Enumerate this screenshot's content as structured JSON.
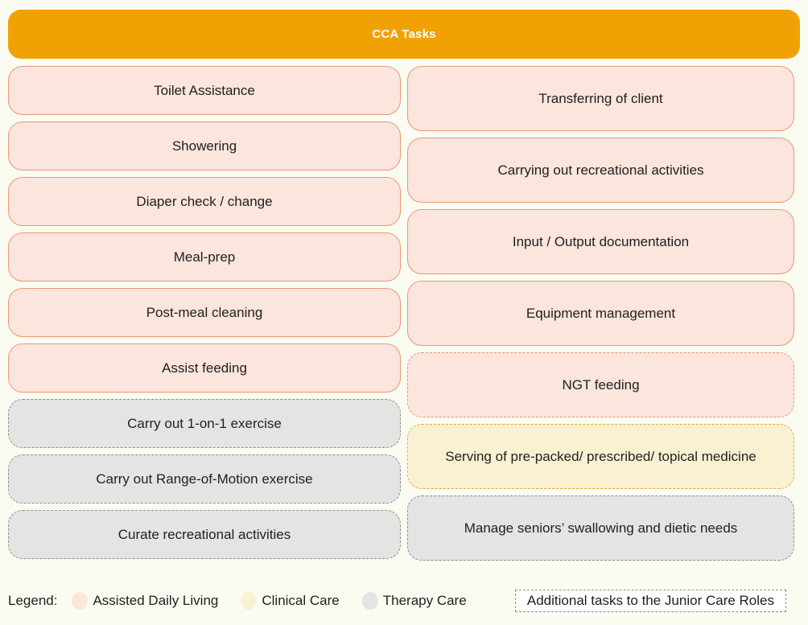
{
  "header": {
    "title": "CCA Tasks",
    "background": "#F2A104"
  },
  "categories": {
    "adl": {
      "label": "Assisted Daily Living",
      "fill": "#FBE5DC",
      "border": "#EB9873"
    },
    "clinical": {
      "label": "Clinical Care",
      "fill": "#FAF1D3",
      "border": "#E8AB2E"
    },
    "therapy": {
      "label": "Therapy Care",
      "fill": "#E4E4E3",
      "border": "#909090"
    }
  },
  "tasks": {
    "left": [
      {
        "label": "Toilet Assistance",
        "category": "adl",
        "junior_role_additional": false
      },
      {
        "label": "Showering",
        "category": "adl",
        "junior_role_additional": false
      },
      {
        "label": "Diaper check / change",
        "category": "adl",
        "junior_role_additional": false
      },
      {
        "label": "Meal-prep",
        "category": "adl",
        "junior_role_additional": false
      },
      {
        "label": "Post-meal cleaning",
        "category": "adl",
        "junior_role_additional": false
      },
      {
        "label": "Assist feeding",
        "category": "adl",
        "junior_role_additional": false
      },
      {
        "label": "Carry out 1-on-1 exercise",
        "category": "therapy",
        "junior_role_additional": true
      },
      {
        "label": "Carry out Range-of-Motion exercise",
        "category": "therapy",
        "junior_role_additional": true
      },
      {
        "label": "Curate recreational activities",
        "category": "therapy",
        "junior_role_additional": true
      }
    ],
    "right": [
      {
        "label": "Transferring of client",
        "category": "adl",
        "junior_role_additional": false
      },
      {
        "label": "Carrying out recreational activities",
        "category": "adl",
        "junior_role_additional": false
      },
      {
        "label": "Input / Output documentation",
        "category": "adl",
        "junior_role_additional": false
      },
      {
        "label": "Equipment management",
        "category": "adl",
        "junior_role_additional": false
      },
      {
        "label": "NGT feeding",
        "category": "adl",
        "junior_role_additional": true
      },
      {
        "label": "Serving of pre-packed/ prescribed/ topical medicine",
        "category": "clinical",
        "junior_role_additional": true
      },
      {
        "label": "Manage seniors’ swallowing and dietic needs",
        "category": "therapy",
        "junior_role_additional": true
      }
    ]
  },
  "legend": {
    "label": "Legend:",
    "items": [
      {
        "label": "Assisted Daily Living",
        "category": "adl"
      },
      {
        "label": "Clinical Care",
        "category": "clinical"
      },
      {
        "label": "Therapy Care",
        "category": "therapy"
      }
    ],
    "note": "Additional tasks to the Junior Care Roles"
  }
}
